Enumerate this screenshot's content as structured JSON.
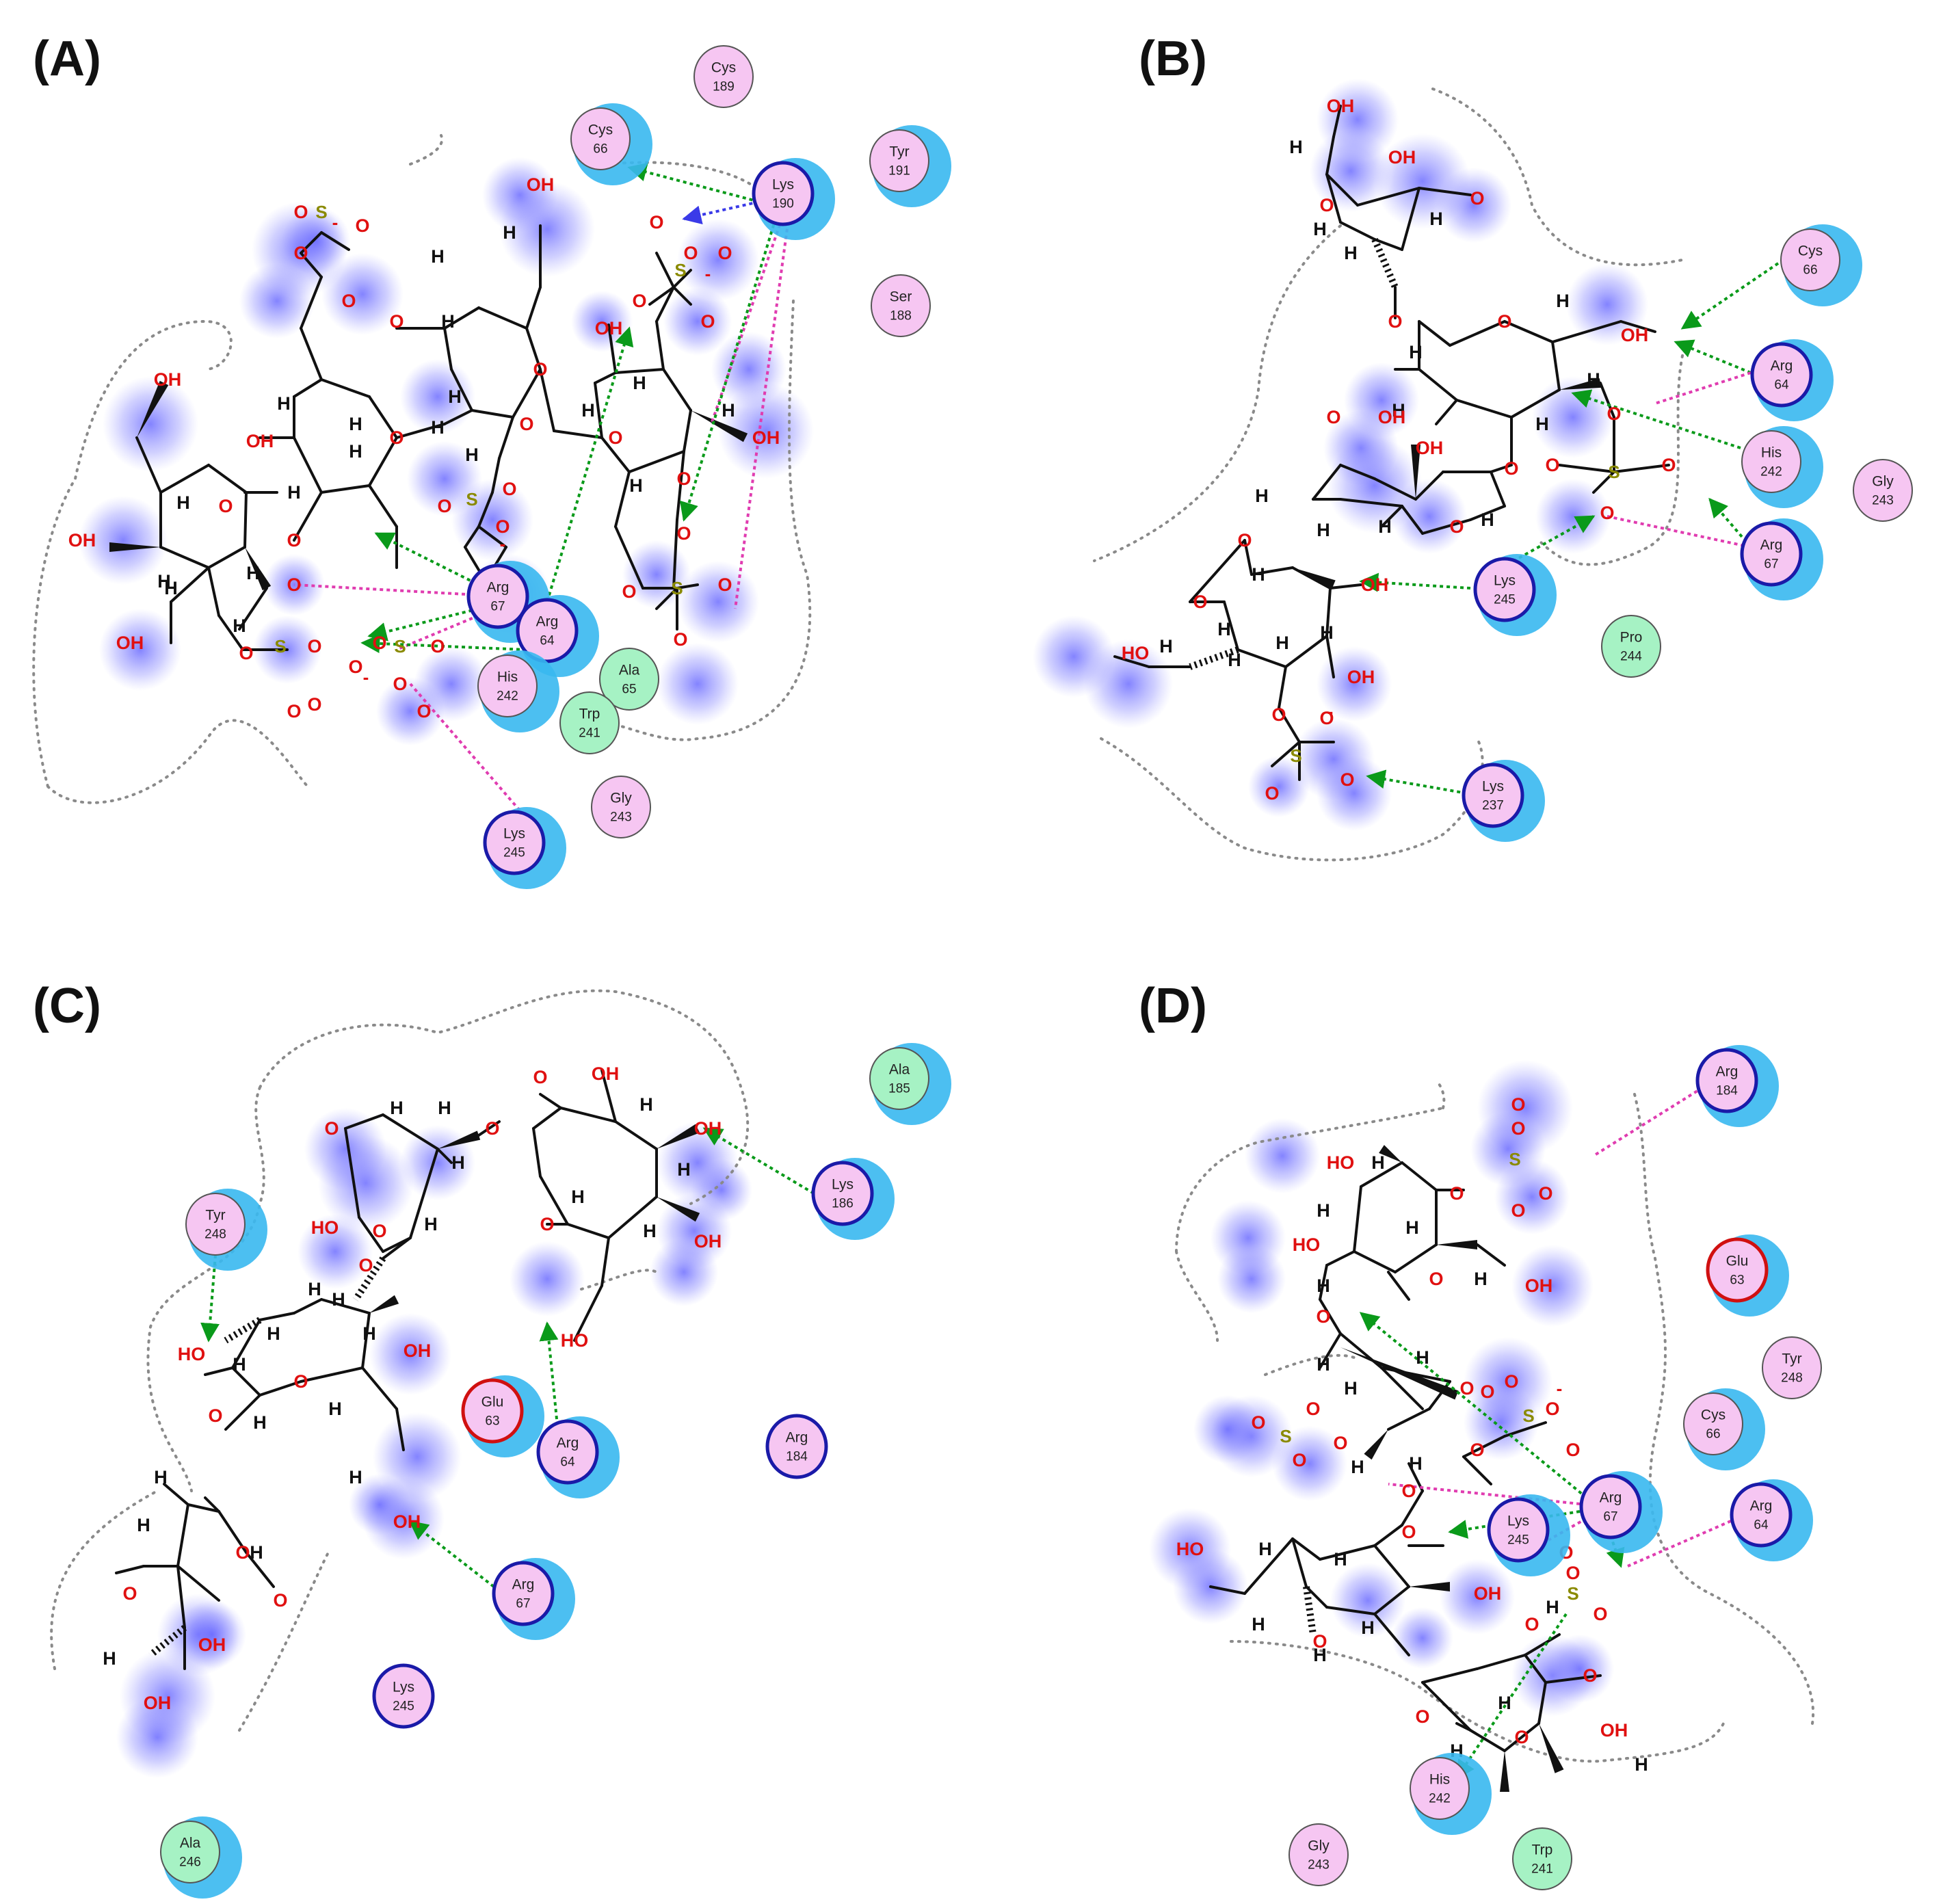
{
  "panels": [
    {
      "id": "A",
      "label": "(A)",
      "residues": [
        {
          "name": "Cys",
          "num": "189",
          "kind": "polar",
          "border": "thin",
          "halo": false
        },
        {
          "name": "Cys",
          "num": "66",
          "kind": "polar",
          "border": "thin",
          "halo": true
        },
        {
          "name": "Lys",
          "num": "190",
          "kind": "polar",
          "border": "basic",
          "halo": true
        },
        {
          "name": "Tyr",
          "num": "191",
          "kind": "polar",
          "border": "thin",
          "halo": true
        },
        {
          "name": "Ser",
          "num": "188",
          "kind": "polar",
          "border": "thin",
          "halo": false
        },
        {
          "name": "Arg",
          "num": "67",
          "kind": "polar",
          "border": "basic",
          "halo": true
        },
        {
          "name": "Arg",
          "num": "64",
          "kind": "polar",
          "border": "basic",
          "halo": true
        },
        {
          "name": "His",
          "num": "242",
          "kind": "polar",
          "border": "thin",
          "halo": true
        },
        {
          "name": "Ala",
          "num": "65",
          "kind": "hydrophobic",
          "border": "thin",
          "halo": false
        },
        {
          "name": "Trp",
          "num": "241",
          "kind": "hydrophobic",
          "border": "thin",
          "halo": false
        },
        {
          "name": "Gly",
          "num": "243",
          "kind": "polar",
          "border": "thin",
          "halo": false
        },
        {
          "name": "Lys",
          "num": "245",
          "kind": "polar",
          "border": "basic",
          "halo": true
        }
      ]
    },
    {
      "id": "B",
      "label": "(B)",
      "residues": [
        {
          "name": "Cys",
          "num": "66",
          "kind": "polar",
          "border": "thin",
          "halo": true
        },
        {
          "name": "Arg",
          "num": "64",
          "kind": "polar",
          "border": "basic",
          "halo": true
        },
        {
          "name": "His",
          "num": "242",
          "kind": "polar",
          "border": "thin",
          "halo": true
        },
        {
          "name": "Gly",
          "num": "243",
          "kind": "polar",
          "border": "thin",
          "halo": false
        },
        {
          "name": "Arg",
          "num": "67",
          "kind": "polar",
          "border": "basic",
          "halo": true
        },
        {
          "name": "Lys",
          "num": "245",
          "kind": "polar",
          "border": "basic",
          "halo": true
        },
        {
          "name": "Pro",
          "num": "244",
          "kind": "hydrophobic",
          "border": "thin",
          "halo": false
        },
        {
          "name": "Lys",
          "num": "237",
          "kind": "polar",
          "border": "basic",
          "halo": true
        }
      ]
    },
    {
      "id": "C",
      "label": "(C)",
      "residues": [
        {
          "name": "Ala",
          "num": "185",
          "kind": "hydrophobic",
          "border": "thin",
          "halo": true
        },
        {
          "name": "Lys",
          "num": "186",
          "kind": "polar",
          "border": "basic",
          "halo": true
        },
        {
          "name": "Tyr",
          "num": "248",
          "kind": "polar",
          "border": "thin",
          "halo": true
        },
        {
          "name": "Glu",
          "num": "63",
          "kind": "polar",
          "border": "acidic",
          "halo": true
        },
        {
          "name": "Arg",
          "num": "64",
          "kind": "polar",
          "border": "basic",
          "halo": true
        },
        {
          "name": "Arg",
          "num": "184",
          "kind": "polar",
          "border": "basic",
          "halo": false
        },
        {
          "name": "Arg",
          "num": "67",
          "kind": "polar",
          "border": "basic",
          "halo": true
        },
        {
          "name": "Lys",
          "num": "245",
          "kind": "polar",
          "border": "basic",
          "halo": false
        },
        {
          "name": "Ala",
          "num": "246",
          "kind": "hydrophobic",
          "border": "thin",
          "halo": true
        }
      ]
    },
    {
      "id": "D",
      "label": "(D)",
      "residues": [
        {
          "name": "Arg",
          "num": "184",
          "kind": "polar",
          "border": "basic",
          "halo": true
        },
        {
          "name": "Glu",
          "num": "63",
          "kind": "polar",
          "border": "acidic",
          "halo": true
        },
        {
          "name": "Tyr",
          "num": "248",
          "kind": "polar",
          "border": "thin",
          "halo": false
        },
        {
          "name": "Cys",
          "num": "66",
          "kind": "polar",
          "border": "thin",
          "halo": true
        },
        {
          "name": "Arg",
          "num": "67",
          "kind": "polar",
          "border": "basic",
          "halo": true
        },
        {
          "name": "Arg",
          "num": "64",
          "kind": "polar",
          "border": "basic",
          "halo": true
        },
        {
          "name": "Lys",
          "num": "245",
          "kind": "polar",
          "border": "basic",
          "halo": true
        },
        {
          "name": "His",
          "num": "242",
          "kind": "polar",
          "border": "thin",
          "halo": true
        },
        {
          "name": "Gly",
          "num": "243",
          "kind": "polar",
          "border": "thin",
          "halo": false
        },
        {
          "name": "Trp",
          "num": "241",
          "kind": "hydrophobic",
          "border": "thin",
          "halo": false
        }
      ]
    }
  ],
  "atom_labels": {
    "hydroxyl": "OH",
    "oxygen": "O",
    "hydrogen": "H",
    "sulfur": "S",
    "charge": "-"
  },
  "colors": {
    "polar_fill": "#f6c6f2",
    "hydrophobic_fill": "#a6f2c4",
    "basic_border": "#1a1aa8",
    "acidic_border": "#d01010",
    "thin_border": "#555555",
    "halo": "#38b8f0",
    "solvent": "#6a6aff",
    "hbond": "#0a9a1a",
    "ionic": "#e03cb0",
    "cation_pi": "#3a3ae8",
    "oxygen": "#e01010",
    "sulfur": "#8a8a00"
  }
}
